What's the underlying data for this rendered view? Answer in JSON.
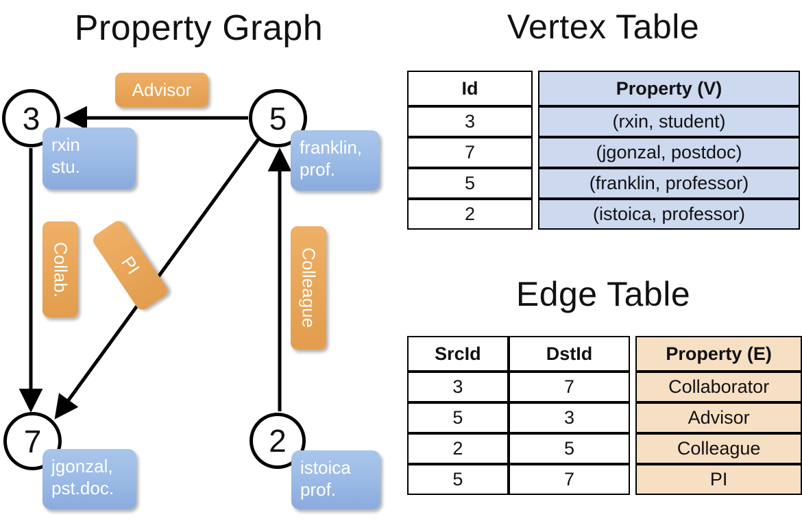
{
  "graph": {
    "title": "Property Graph",
    "nodes": [
      {
        "id": "3",
        "property": "rxin\nstu."
      },
      {
        "id": "5",
        "property": "franklin,\nprof."
      },
      {
        "id": "7",
        "property": "jgonzal,\npst.doc."
      },
      {
        "id": "2",
        "property": "istoica\nprof."
      }
    ],
    "node_labels": {
      "n3": "3",
      "n5": "5",
      "n7": "7",
      "n2": "2"
    },
    "node_props": {
      "n3_line1": "rxin",
      "n3_line2": "stu.",
      "n5_line1": "franklin,",
      "n5_line2": "prof.",
      "n7_line1": "jgonzal,",
      "n7_line2": "pst.doc.",
      "n2_line1": "istoica",
      "n2_line2": "prof."
    },
    "edge_labels": {
      "advisor": "Advisor",
      "collab": "Collab.",
      "pi": "PI",
      "colleague": "Colleague"
    },
    "edges": [
      {
        "src": "5",
        "dst": "3",
        "label": "Advisor"
      },
      {
        "src": "3",
        "dst": "7",
        "label": "Collab."
      },
      {
        "src": "5",
        "dst": "7",
        "label": "PI"
      },
      {
        "src": "2",
        "dst": "5",
        "label": "Colleague"
      }
    ],
    "colors": {
      "vertex_box": "#9dbce7",
      "edge_box": "#e8a558",
      "stroke": "#000000"
    }
  },
  "vertex_table": {
    "title": "Vertex Table",
    "headers": [
      "Id",
      "Property (V)"
    ],
    "rows": [
      {
        "id": "3",
        "property": "(rxin, student)"
      },
      {
        "id": "7",
        "property": "(jgonzal, postdoc)"
      },
      {
        "id": "5",
        "property": "(franklin, professor)"
      },
      {
        "id": "2",
        "property": "(istoica, professor)"
      }
    ],
    "highlight_color": "#ccd9ef"
  },
  "edge_table": {
    "title": "Edge Table",
    "headers": [
      "SrcId",
      "DstId",
      "Property (E)"
    ],
    "rows": [
      {
        "src": "3",
        "dst": "7",
        "property": "Collaborator"
      },
      {
        "src": "5",
        "dst": "3",
        "property": "Advisor"
      },
      {
        "src": "2",
        "dst": "5",
        "property": "Colleague"
      },
      {
        "src": "5",
        "dst": "7",
        "property": "PI"
      }
    ],
    "highlight_color": "#f7dfc4"
  }
}
